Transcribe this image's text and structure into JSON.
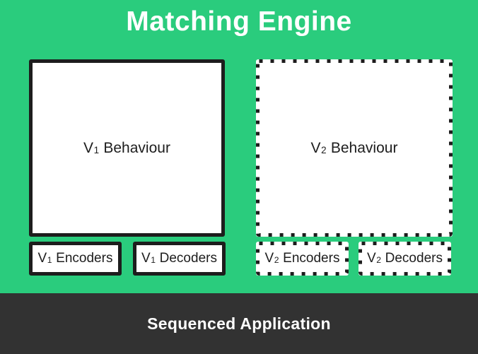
{
  "title": "Matching Engine",
  "footer": {
    "label": "Sequenced Application"
  },
  "colors": {
    "background": "#2acc7d",
    "footer_background": "#323232",
    "box_fill": "#ffffff",
    "line_and_text": "#1d1d1d",
    "title_text": "#ffffff"
  },
  "groups": [
    {
      "id": "v1",
      "border_style": "solid",
      "behaviour": {
        "base": "V",
        "sub": "1",
        "rest": "Behaviour"
      },
      "encoders": {
        "base": "V",
        "sub": "1",
        "rest": "Encoders"
      },
      "decoders": {
        "base": "V",
        "sub": "1",
        "rest": "Decoders"
      }
    },
    {
      "id": "v2",
      "border_style": "dashed",
      "behaviour": {
        "base": "V",
        "sub": "2",
        "rest": "Behaviour"
      },
      "encoders": {
        "base": "V",
        "sub": "2",
        "rest": "Encoders"
      },
      "decoders": {
        "base": "V",
        "sub": "2",
        "rest": "Decoders"
      }
    }
  ]
}
